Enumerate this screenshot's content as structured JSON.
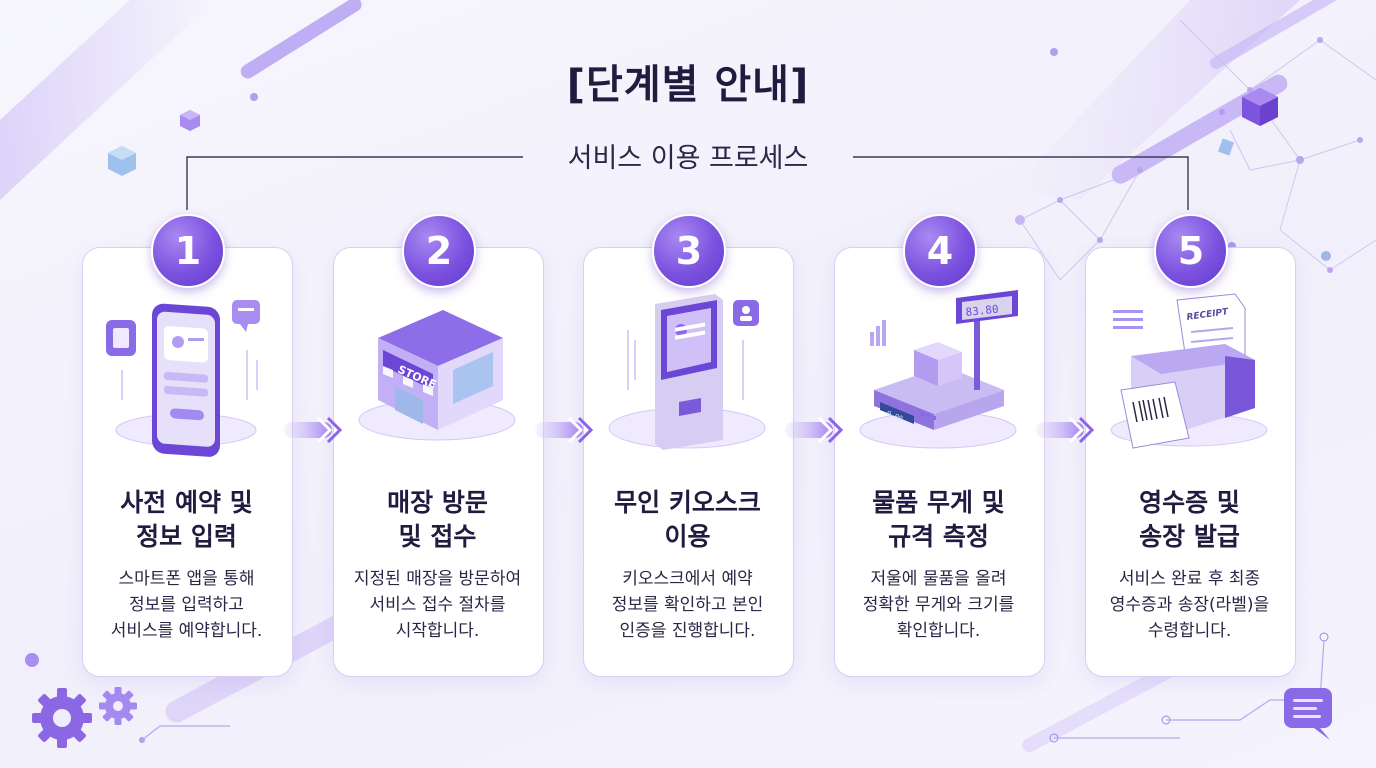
{
  "header": {
    "title": "[단계별 안내]",
    "subtitle": "서비스 이용 프로세스"
  },
  "steps": [
    {
      "number": "1",
      "title": "사전 예약 및\n정보 입력",
      "desc": "스마트폰 앱을 통해\n정보를 입력하고\n서비스를 예약합니다.",
      "icon": "smartphone-icon"
    },
    {
      "number": "2",
      "title": "매장 방문\n및 접수",
      "desc": "지정된 매장을 방문하여\n서비스 접수 절차를\n시작합니다.",
      "icon": "store-icon",
      "sign": "STORE"
    },
    {
      "number": "3",
      "title": "무인 키오스크\n이용",
      "desc": "키오스크에서 예약\n정보를 확인하고 본인\n인증을 진행합니다.",
      "icon": "kiosk-icon"
    },
    {
      "number": "4",
      "title": "물품 무게 및\n규격 측정",
      "desc": "저울에 물품을 올려\n정확한 무게와 크기를\n확인합니다.",
      "icon": "scale-icon",
      "display": "83.80",
      "display_small": "0.00"
    },
    {
      "number": "5",
      "title": "영수증 및\n송장 발급",
      "desc": "서비스 완료 후 최종\n영수증과 송장(라벨)을\n수령합니다.",
      "icon": "receipt-printer-icon",
      "paper": "RECEIPT"
    }
  ],
  "colors": {
    "accent": "#7b52df",
    "accent_light": "#b9a4f3",
    "text_dark": "#1f1c3f"
  }
}
